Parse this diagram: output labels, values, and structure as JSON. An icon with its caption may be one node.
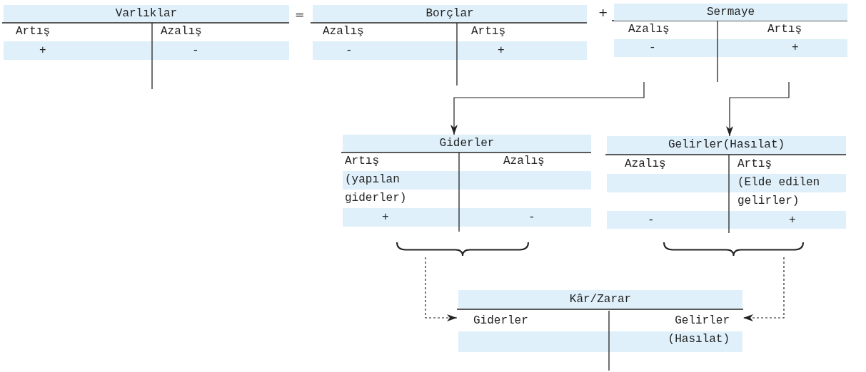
{
  "diagram": {
    "nodes": [
      {
        "text": [
          "Varlıklar",
          "Artış",
          "Azalış",
          "+",
          "-"
        ]
      },
      {
        "text": [
          "Borçlar",
          "Azalış",
          "Artış",
          "-",
          "+"
        ]
      },
      {
        "text": [
          "Sermaye",
          "Azalış",
          "Artış",
          "-",
          "+"
        ]
      },
      {
        "text": [
          "Giderler",
          "Artış",
          "(yapılan giderler)",
          "Azalış",
          "+",
          "-"
        ]
      },
      {
        "text": [
          "Gelirler(Hasılat)",
          "Azalış",
          "Artış",
          "(Elde edilen gelirler)",
          "-",
          "+"
        ]
      },
      {
        "text": [
          "Kâr/Zarar",
          "Giderler",
          "Gelirler (Hasılat)"
        ]
      }
    ],
    "edges": [
      {
        "from": 2,
        "to": 3,
        "arrow": "to"
      },
      {
        "from": 2,
        "to": 4,
        "arrow": "to"
      },
      {
        "from": 3,
        "to": 5,
        "arrow": "to",
        "style": "dashed"
      },
      {
        "from": 4,
        "to": 5,
        "arrow": "to",
        "style": "dashed"
      }
    ],
    "labels": [
      "=",
      "+"
    ]
  }
}
